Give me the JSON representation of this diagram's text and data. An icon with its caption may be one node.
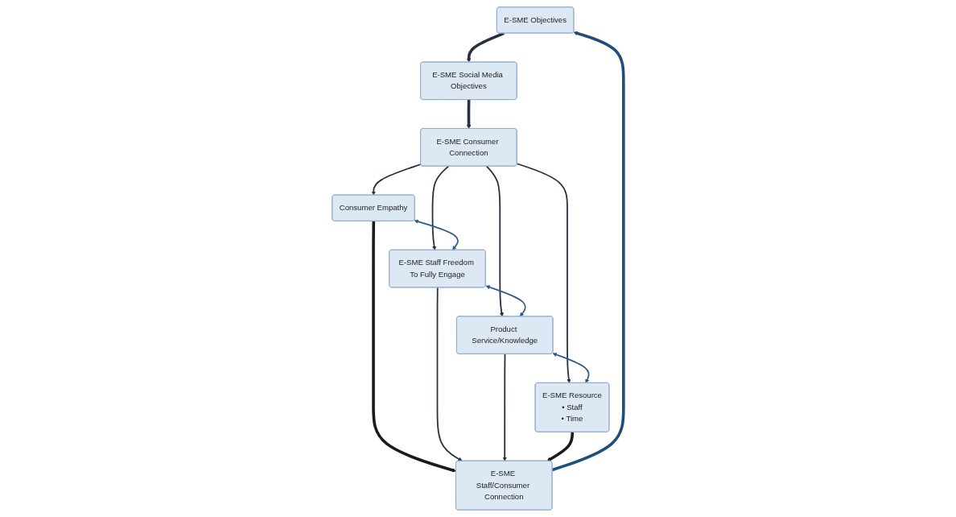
{
  "diagram": {
    "nodes": [
      {
        "text": [
          "E-SME Objectives"
        ]
      },
      {
        "text": [
          "E-SME Social Media Objectives"
        ]
      },
      {
        "text": [
          "E-SME Consumer Connection"
        ]
      },
      {
        "text": [
          "Consumer Empathy"
        ]
      },
      {
        "text": [
          "E-SME Staff Freedom To Fully Engage"
        ]
      },
      {
        "text": [
          "Product Service/Knowledge"
        ]
      },
      {
        "text": [
          "E-SME Resource",
          "• Staff",
          "• Time"
        ]
      },
      {
        "text": [
          "E-SME Staff/Consumer Connection"
        ]
      }
    ],
    "edges": [
      {
        "from": 0,
        "to": 1,
        "arrow": "to",
        "style": "thick"
      },
      {
        "from": 1,
        "to": 2,
        "arrow": "to",
        "style": "thick"
      },
      {
        "from": 2,
        "to": 3,
        "arrow": "to"
      },
      {
        "from": 2,
        "to": 4,
        "arrow": "to"
      },
      {
        "from": 2,
        "to": 5,
        "arrow": "to"
      },
      {
        "from": 2,
        "to": 6,
        "arrow": "to"
      },
      {
        "from": 3,
        "to": 4,
        "arrow": "both",
        "color": "#2e5c8a"
      },
      {
        "from": 4,
        "to": 5,
        "arrow": "both",
        "color": "#2e5c8a"
      },
      {
        "from": 5,
        "to": 6,
        "arrow": "both",
        "color": "#2e5c8a"
      },
      {
        "from": 3,
        "to": 7,
        "arrow": "to",
        "style": "thick",
        "color": "#1a1a1a"
      },
      {
        "from": 4,
        "to": 7,
        "arrow": "to"
      },
      {
        "from": 5,
        "to": 7,
        "arrow": "to"
      },
      {
        "from": 6,
        "to": 7,
        "arrow": "to",
        "style": "thick",
        "color": "#1a1a1a"
      },
      {
        "from": 7,
        "to": 0,
        "arrow": "to",
        "style": "thick",
        "color": "#1f4e79"
      }
    ]
  }
}
